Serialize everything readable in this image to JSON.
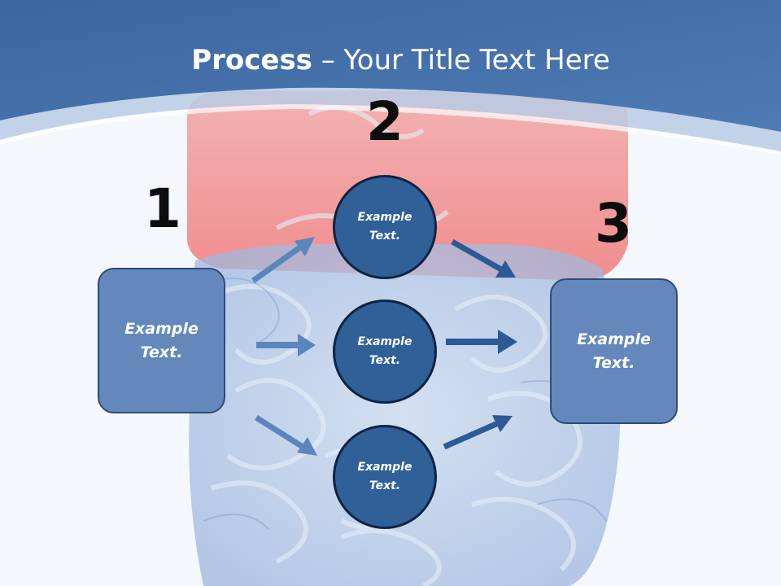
{
  "slide": {
    "title_bold": "Process",
    "title_rest": " – Your Title Text Here"
  },
  "steps": {
    "one": "1",
    "two": "2",
    "three": "3"
  },
  "left_box": {
    "line1": "Example",
    "line2": "Text."
  },
  "right_box": {
    "line1": "Example",
    "line2": "Text."
  },
  "circles": [
    {
      "line1": "Example",
      "line2": "Text."
    },
    {
      "line1": "Example",
      "line2": "Text."
    },
    {
      "line1": "Example",
      "line2": "Text."
    }
  ],
  "colors": {
    "header": "#3d67a2",
    "box_fill": "#6488bb",
    "circle_fill": "#2f6098",
    "arrow_light": "#5a86bd",
    "arrow_dark": "#2b5a95"
  }
}
